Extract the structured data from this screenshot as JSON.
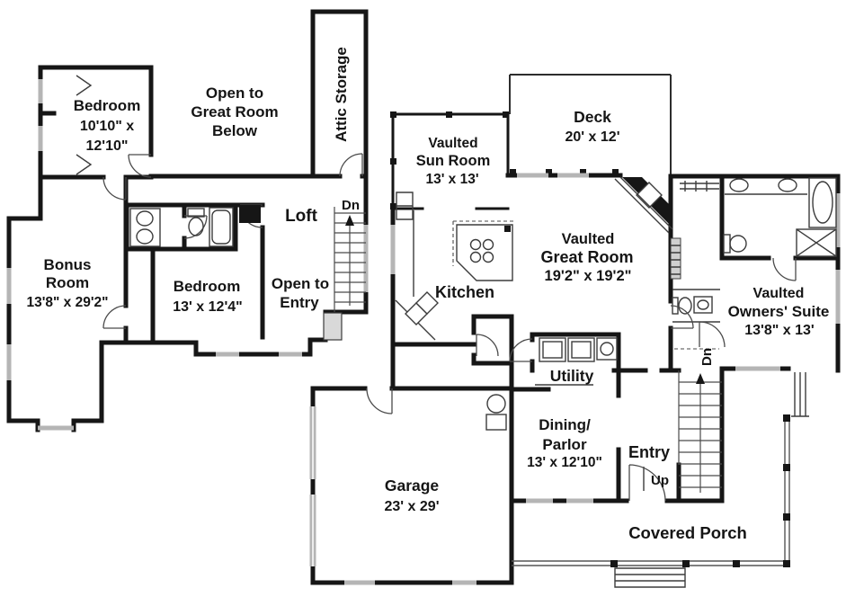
{
  "colors": {
    "wall": "#161616",
    "window_gray": "#b5b5b5",
    "background": "#ffffff"
  },
  "upper": {
    "bedroom1": {
      "name": "Bedroom",
      "dim1": "10'10\" x",
      "dim2": "12'10\""
    },
    "open_below": {
      "l1": "Open to",
      "l2": "Great Room",
      "l3": "Below"
    },
    "attic": {
      "name": "Attic Storage"
    },
    "loft": {
      "name": "Loft"
    },
    "dn": "Dn",
    "bonus": {
      "n1": "Bonus",
      "n2": "Room",
      "dim": "13'8\" x 29'2\""
    },
    "bedroom2": {
      "name": "Bedroom",
      "dim": "13' x 12'4\""
    },
    "open_entry": {
      "l1": "Open to",
      "l2": "Entry"
    }
  },
  "main": {
    "sunroom": {
      "l1": "Vaulted",
      "l2": "Sun Room",
      "dim": "13' x 13'"
    },
    "deck": {
      "name": "Deck",
      "dim": "20' x 12'"
    },
    "kitchen": {
      "name": "Kitchen"
    },
    "great_room": {
      "l1": "Vaulted",
      "l2": "Great Room",
      "dim": "19'2\" x 19'2\""
    },
    "owners_suite": {
      "l1": "Vaulted",
      "l2": "Owners' Suite",
      "dim": "13'8\" x 13'"
    },
    "utility": {
      "name": "Utility"
    },
    "dining": {
      "l1": "Dining/",
      "l2": "Parlor",
      "dim": "13' x 12'10\""
    },
    "entry": {
      "name": "Entry"
    },
    "up": "Up",
    "dn": "Dn",
    "garage": {
      "name": "Garage",
      "dim": "23' x 29'"
    },
    "porch": {
      "name": "Covered Porch"
    }
  }
}
